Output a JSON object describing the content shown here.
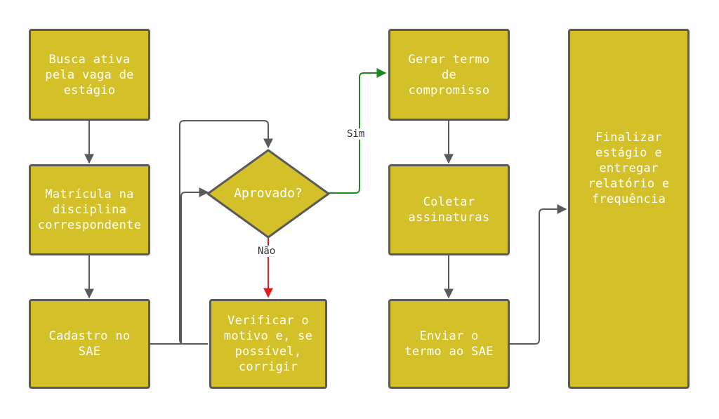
{
  "colors": {
    "node_fill": "#d4c12a",
    "node_border": "#5a5a5a",
    "node_text": "#ffffff",
    "edge_default": "#5a5a5a",
    "edge_yes": "#1e8a1e",
    "edge_no": "#e01b1b"
  },
  "nodes": {
    "busca": "Busca ativa\npela vaga de\nestágio",
    "matricula": "Matrícula na\ndisciplina\ncorrespondente",
    "cadastro": "Cadastro no\nSAE",
    "aprovado": "Aprovado?",
    "verificar": "Verificar o\nmotivo e, se\npossível,\ncorrigir",
    "gerar": "Gerar termo\nde\ncompromisso",
    "coletar": "Coletar\nassinaturas",
    "enviar": "Enviar o\ntermo ao SAE",
    "finalizar": "Finalizar\nestágio e\nentregar\nrelatório e\nfrequência"
  },
  "edges": {
    "sim_label": "Sim",
    "nao_label": "Não"
  }
}
